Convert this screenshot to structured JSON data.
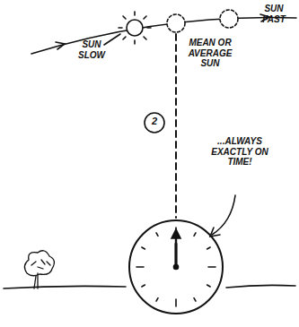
{
  "diagram": {
    "labels": [
      "SUN SLOW",
      "MEAN OR AVERAGE SUN",
      "SUN FAST",
      "2",
      "...ALWAYS EXACTLY ON TIME!"
    ]
  }
}
